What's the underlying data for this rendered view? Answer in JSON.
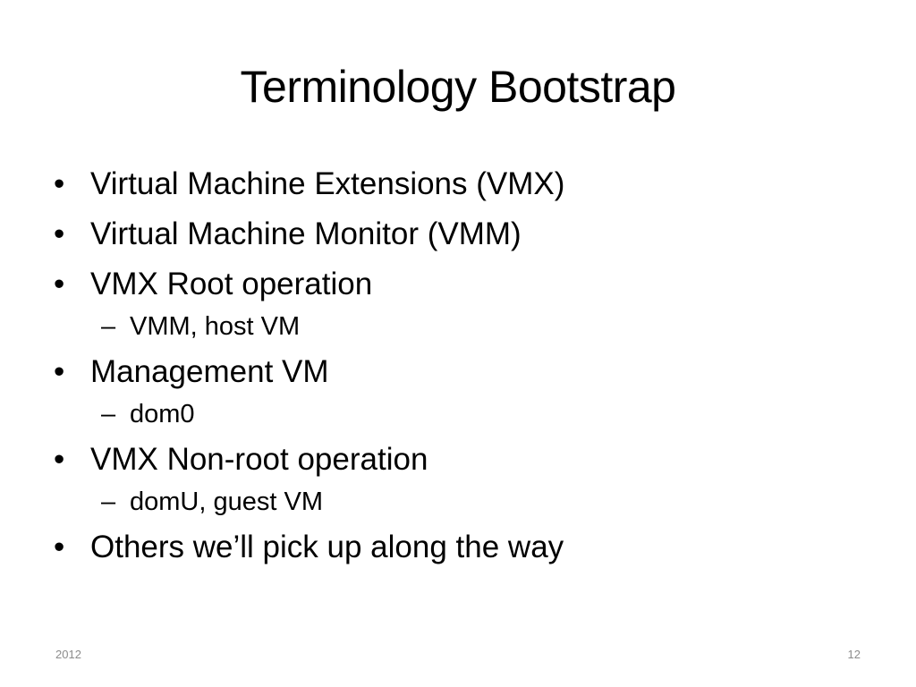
{
  "slide": {
    "title": "Terminology Bootstrap",
    "bullet_mark": "•",
    "sub_mark": "–",
    "items": [
      {
        "text": "Virtual Machine Extensions (VMX)"
      },
      {
        "text": "Virtual Machine Monitor (VMM)"
      },
      {
        "text": "VMX Root operation"
      },
      {
        "text": "VMM, host VM"
      },
      {
        "text": "Management VM"
      },
      {
        "text": "dom0"
      },
      {
        "text": "VMX Non-root operation"
      },
      {
        "text": "domU, guest VM"
      },
      {
        "text": "Others we’ll pick up along the way"
      }
    ]
  },
  "footer": {
    "date": "2012",
    "page_number": "12"
  }
}
